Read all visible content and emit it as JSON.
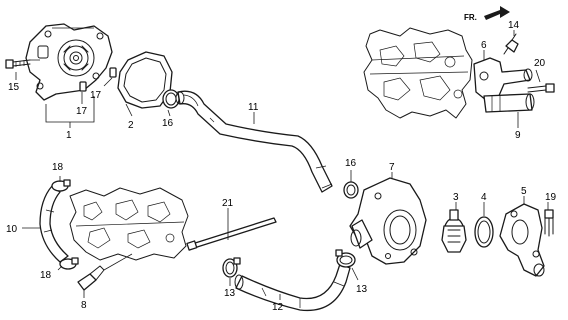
{
  "direction_label": "FR.",
  "callouts": {
    "c1": "1",
    "c2": "2",
    "c3": "3",
    "c4": "4",
    "c5": "5",
    "c6": "6",
    "c7": "7",
    "c8": "8",
    "c9": "9",
    "c10": "10",
    "c11": "11",
    "c12": "12",
    "c13a": "13",
    "c13b": "13",
    "c14": "14",
    "c15": "15",
    "c16a": "16",
    "c16b": "16",
    "c17a": "17",
    "c17b": "17",
    "c18a": "18",
    "c18b": "18",
    "c19": "19",
    "c20": "20",
    "c21": "21"
  }
}
